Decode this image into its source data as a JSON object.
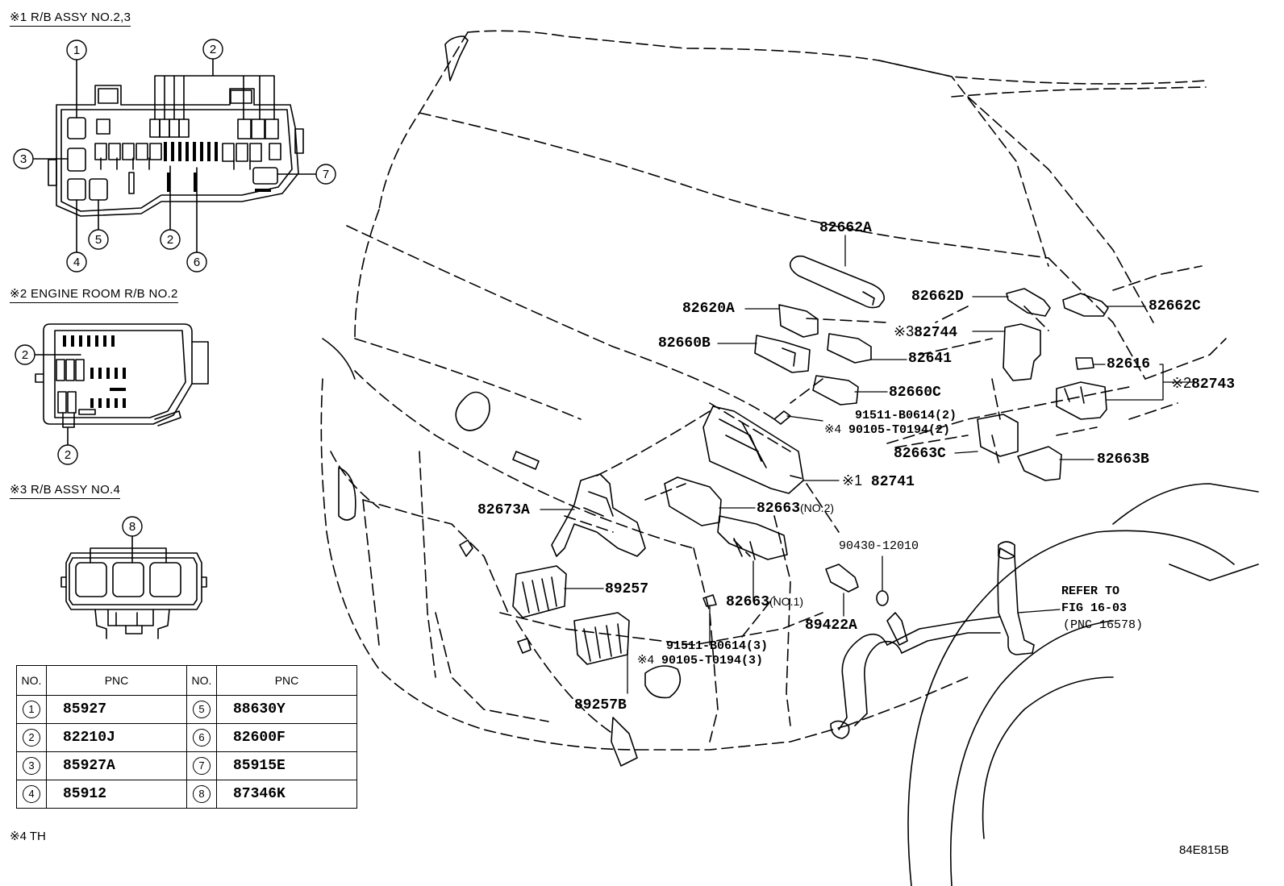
{
  "sections": {
    "s1": "※1 R/B ASSY NO.2,3",
    "s2": "※2 ENGINE ROOM R/B NO.2",
    "s3": "※3 R/B ASSY NO.4"
  },
  "callouts": [
    "1",
    "2",
    "3",
    "4",
    "5",
    "6",
    "7",
    "8"
  ],
  "labels": {
    "p82662A": "82662A",
    "p82620A": "82620A",
    "p82662D": "82662D",
    "p82662C": "82662C",
    "mark3": "※3",
    "p82744": "82744",
    "p82660B": "82660B",
    "p82641": "82641",
    "p82616": "82616",
    "mark2": "※2",
    "p82743": "82743",
    "p82660C": "82660C",
    "bolt1": "91511-B0614(2)",
    "mark4a": "※4",
    "bolt2": "90105-T0194(2)",
    "p82663C": "82663C",
    "p82663B": "82663B",
    "mark1": "※1",
    "p82741": "82741",
    "p82673A": "82673A",
    "p82663_2": "82663",
    "no2": "(NO.2)",
    "p90430": "90430-12010",
    "p89257": "89257",
    "p82663_1": "82663",
    "no1": "(NO.1)",
    "p89422A": "89422A",
    "bolt3": "91511-B0614(3)",
    "mark4b": "※4",
    "bolt4": "90105-T0194(3)",
    "p89257B": "89257B",
    "refer1": "REFER TO",
    "refer2": "FIG 16-03",
    "refer3": "(PNC 16578)"
  },
  "table": {
    "headers": [
      "NO.",
      "PNC",
      "NO.",
      "PNC"
    ],
    "rows": [
      {
        "n1": "1",
        "p1": "85927",
        "n2": "5",
        "p2": "88630Y"
      },
      {
        "n1": "2",
        "p1": "82210J",
        "n2": "6",
        "p2": "82600F"
      },
      {
        "n1": "3",
        "p1": "85927A",
        "n2": "7",
        "p2": "85915E"
      },
      {
        "n1": "4",
        "p1": "85912",
        "n2": "8",
        "p2": "87346K"
      }
    ]
  },
  "footnote": "※4 TH",
  "figure_code": "84E815B"
}
